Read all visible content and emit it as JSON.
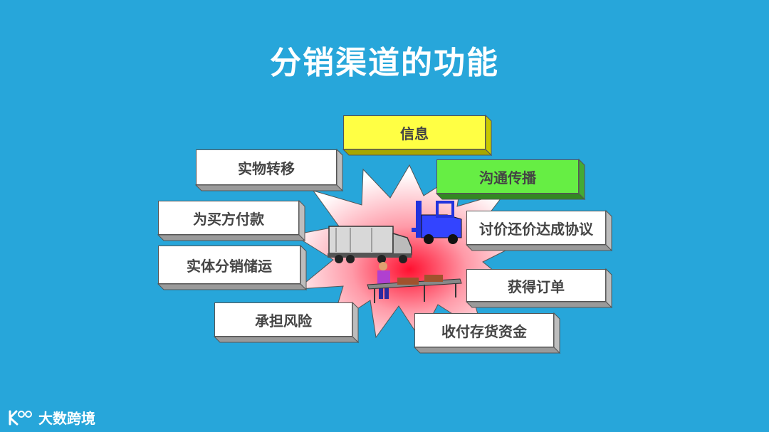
{
  "title": "分销渠道的功能",
  "colors": {
    "background": "#27a6da",
    "white_box": "#ffffff",
    "yellow_box": "#ffff44",
    "green_box": "#66ee44"
  },
  "boxes": [
    {
      "label": "信息",
      "color": "yellow"
    },
    {
      "label": "实物转移",
      "color": "white"
    },
    {
      "label": "沟通传播",
      "color": "green"
    },
    {
      "label": "为买方付款",
      "color": "white"
    },
    {
      "label": "讨价还价达成协议",
      "color": "white"
    },
    {
      "label": "实体分销储运",
      "color": "white"
    },
    {
      "label": "获得订单",
      "color": "white"
    },
    {
      "label": "承担风险",
      "color": "white"
    },
    {
      "label": "收付存货资金",
      "color": "white"
    }
  ],
  "center_icons": [
    "truck-icon",
    "forklift-icon",
    "worker-at-table-icon"
  ],
  "logo": {
    "icon": "k100-logo-icon",
    "text": "大数跨境"
  }
}
